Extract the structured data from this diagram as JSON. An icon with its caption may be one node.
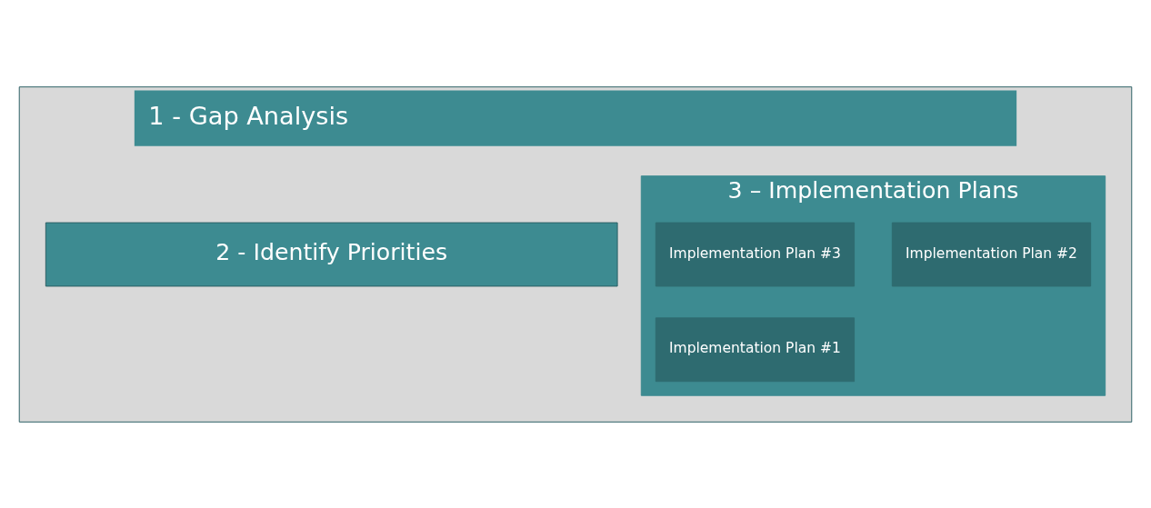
{
  "diagram": {
    "nodes": [
      {
        "text": [
          "1 - Gap Analysis"
        ]
      },
      {
        "text": [
          "2 - Identify Priorities"
        ],
        "in": 0
      },
      {
        "text": [
          "3 – Implementation Plans"
        ],
        "in": 0
      },
      {
        "text": [
          "Implementation Plan #1"
        ],
        "in": 2
      },
      {
        "text": [
          "Implementation Plan #2"
        ],
        "in": 2
      },
      {
        "text": [
          "Implementation Plan #3"
        ],
        "in": 2
      }
    ]
  }
}
